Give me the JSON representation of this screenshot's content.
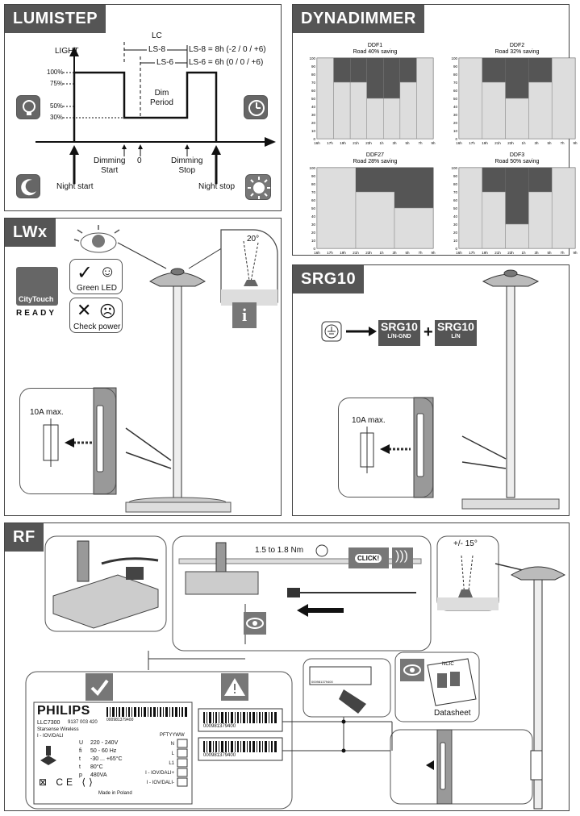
{
  "lumistep": {
    "title": "LUMISTEP",
    "light_label": "LIGHT",
    "lc_label": "LC",
    "ls8_label": "LS-8",
    "ls6_label": "LS-6",
    "ls8_formula": "LS-8 = 8h (-2 / 0 / +6)",
    "ls6_formula": "LS-6 = 6h (0 / 0 / +6)",
    "levels": [
      "100%",
      "75%",
      "50%",
      "30%"
    ],
    "dim_period": "Dim\nPeriod",
    "dimming_start": "Dimming\nStart",
    "zero": "0",
    "dimming_stop": "Dimming\nStop",
    "night_start": "Night start",
    "night_stop": "Night stop"
  },
  "dynadimmer": {
    "title": "DYNADIMMER",
    "charts": [
      {
        "name": "DDF1",
        "saving": "Road 40% saving",
        "yticks": [
          "100",
          "90",
          "80",
          "70",
          "60",
          "50",
          "40",
          "30",
          "20",
          "10",
          "0"
        ],
        "xticks": [
          "16h",
          "17h",
          "19h",
          "21h",
          "23h",
          "1h",
          "3h",
          "5h",
          "7h",
          "9h"
        ],
        "levels": [
          100,
          70,
          70,
          50,
          50,
          70,
          100
        ]
      },
      {
        "name": "DDF2",
        "saving": "Road 32% saving",
        "yticks": [
          "100",
          "90",
          "80",
          "70",
          "60",
          "50",
          "40",
          "30",
          "20",
          "10",
          "0"
        ],
        "xticks": [
          "16h",
          "17h",
          "19h",
          "21h",
          "23h",
          "1h",
          "3h",
          "5h",
          "7h",
          "9h"
        ],
        "levels": [
          100,
          70,
          50,
          70,
          100
        ]
      },
      {
        "name": "DDF27",
        "saving": "Road 28% saving",
        "yticks": [
          "100",
          "90",
          "80",
          "70",
          "60",
          "50",
          "40",
          "30",
          "20",
          "10",
          "0"
        ],
        "xticks": [
          "16h",
          "17h",
          "19h",
          "21h",
          "23h",
          "1h",
          "3h",
          "5h",
          "7h",
          "9h"
        ],
        "levels": [
          100,
          70,
          50
        ]
      },
      {
        "name": "DDF3",
        "saving": "Road 50% saving",
        "yticks": [
          "100",
          "90",
          "80",
          "70",
          "60",
          "50",
          "40",
          "30",
          "20",
          "10",
          "0"
        ],
        "xticks": [
          "16h",
          "17h",
          "19h",
          "21h",
          "23h",
          "1h",
          "3h",
          "5h",
          "7h",
          "9h"
        ],
        "levels": [
          100,
          70,
          30,
          70,
          100
        ]
      }
    ]
  },
  "lwx": {
    "title": "LWx",
    "citytouch": "CityTouch",
    "ready": "READY",
    "green_led": "Green LED",
    "check_power": "Check power",
    "angle": "20°",
    "fuse": "10A max."
  },
  "srg10": {
    "title": "SRG10",
    "box1_title": "SRG10",
    "box1_sub": "L/N-GND",
    "plus": "+",
    "box2_title": "SRG10",
    "box2_sub": "L/N",
    "fuse": "10A max."
  },
  "rf": {
    "title": "RF",
    "torque": "1.5 to 1.8 Nm",
    "click": "CLICK!",
    "angle": "+/- 15°",
    "datasheet": "Datasheet",
    "ncic": "NCIC",
    "brand": "PHILIPS",
    "model": "LLC7300",
    "code": "9137 003 420",
    "model_sub": "Starsense Wireless",
    "iov": "I - IOV/DALI",
    "barcode_num": "000981379400",
    "ratings": [
      {
        "k": "U",
        "v": "220 - 240V"
      },
      {
        "k": "fi",
        "v": "50 - 60 Hz"
      },
      {
        "k": "t",
        "v": "-30 ... +65°C"
      },
      {
        "k": "t",
        "v": "80°C"
      },
      {
        "k": "p",
        "v": "480VA"
      }
    ],
    "date_code": "PFTYYWW",
    "terminals": [
      "N",
      "L",
      "L1",
      "I - IOV/DALI+",
      "I - IOV/DALI-"
    ],
    "made_in": "Made in Poland"
  }
}
